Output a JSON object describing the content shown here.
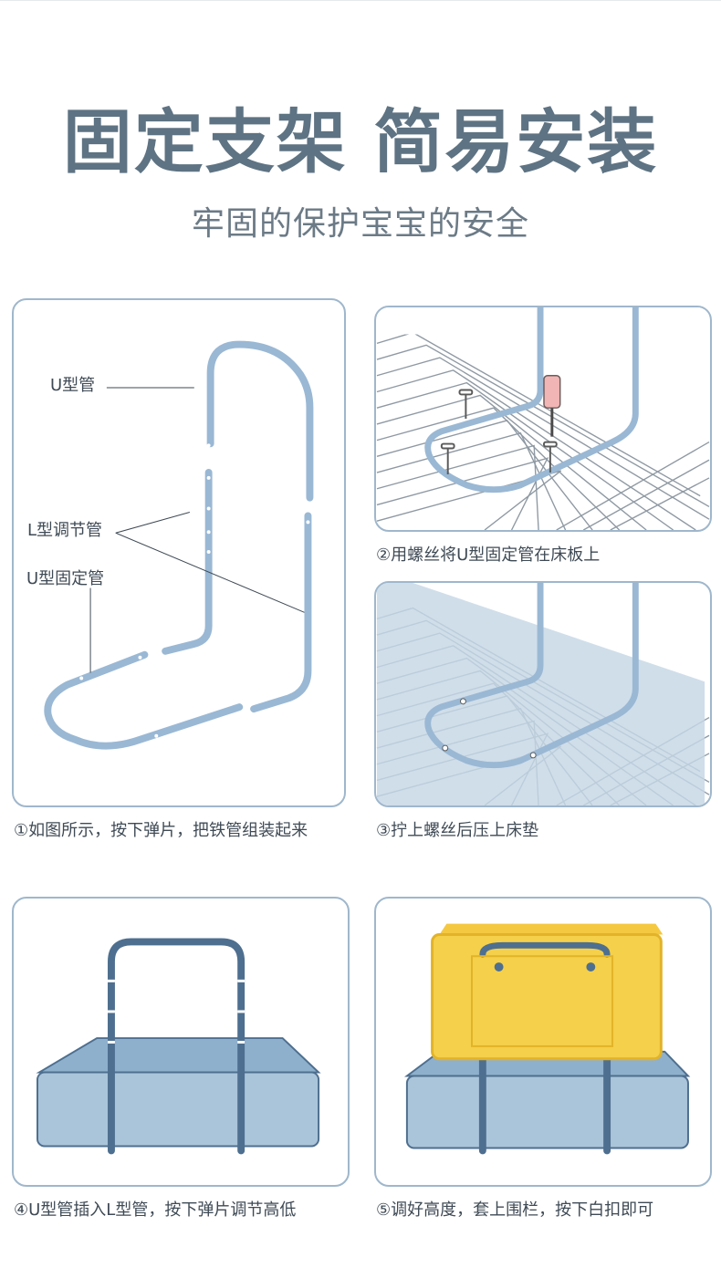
{
  "header": {
    "title": "固定支架  简易安装",
    "subtitle": "牢固的保护宝宝的安全"
  },
  "step1": {
    "label_u_tube": "U型管",
    "label_l_tube": "L型调节管",
    "label_u_fixed": "U型固定管",
    "caption": "①如图所示，按下弹片，把铁管组装起来"
  },
  "step2": {
    "caption": "②用螺丝将U型固定管在床板上"
  },
  "step3": {
    "caption": "③拧上螺丝后压上床垫"
  },
  "step4": {
    "caption": "④U型管插入L型管，按下弹片调节高低"
  },
  "step5": {
    "caption": "⑤调好高度，套上围栏，按下白扣即可"
  },
  "colors": {
    "title": "#5e7383",
    "panel_border": "#9fb7cc",
    "tube": "#9ab8d4",
    "dark_tube": "#4e6f8f",
    "mattress": "#aac4da",
    "fence": "#f5c842"
  }
}
